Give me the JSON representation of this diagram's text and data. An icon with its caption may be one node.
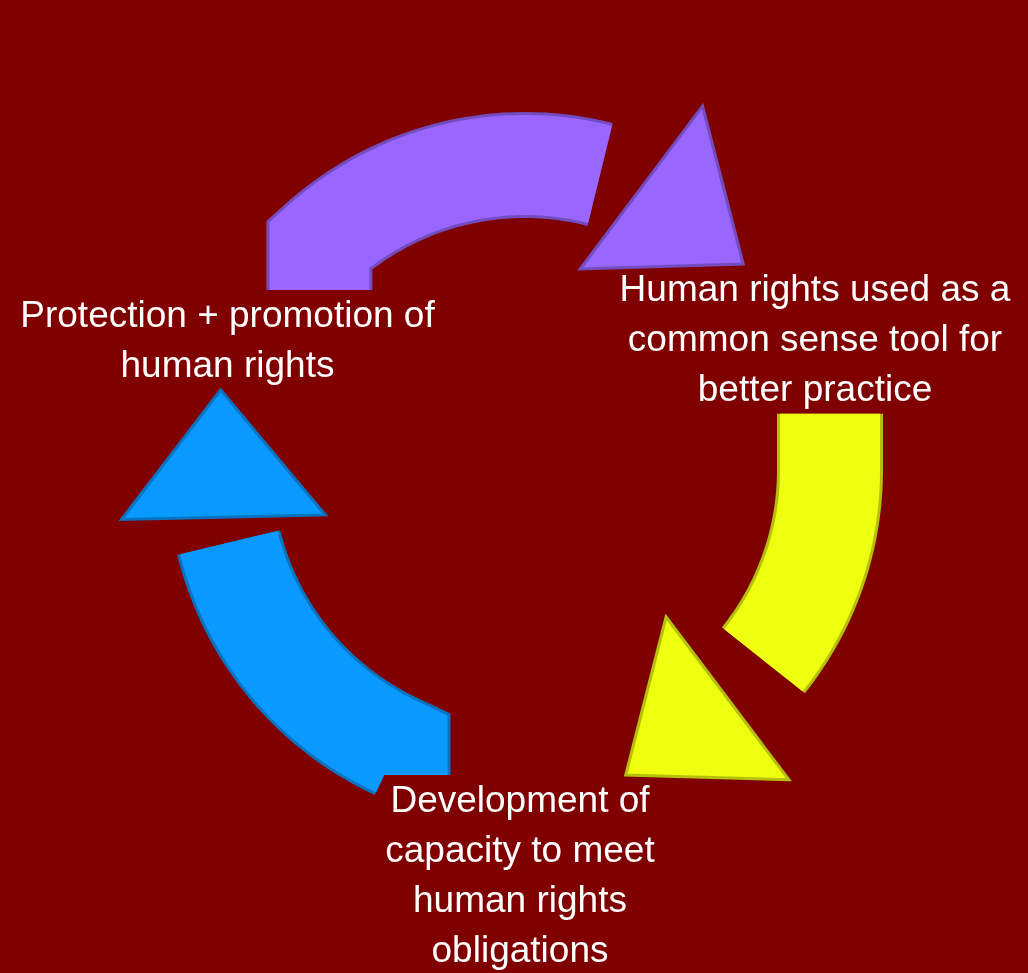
{
  "diagram": {
    "nodes": [
      {
        "text": [
          "Protection + promotion of human rights"
        ]
      },
      {
        "text": [
          "Human rights used as a common sense tool for better practice"
        ]
      },
      {
        "text": [
          "Development of capacity to meet human rights obligations"
        ]
      }
    ],
    "edges": [
      {
        "from": 0,
        "to": 1,
        "arrow": "to",
        "color": "#9966ff"
      },
      {
        "from": 1,
        "to": 2,
        "arrow": "to",
        "color": "#f0ff10"
      },
      {
        "from": 2,
        "to": 0,
        "arrow": "to",
        "color": "#0a99ff"
      }
    ]
  }
}
